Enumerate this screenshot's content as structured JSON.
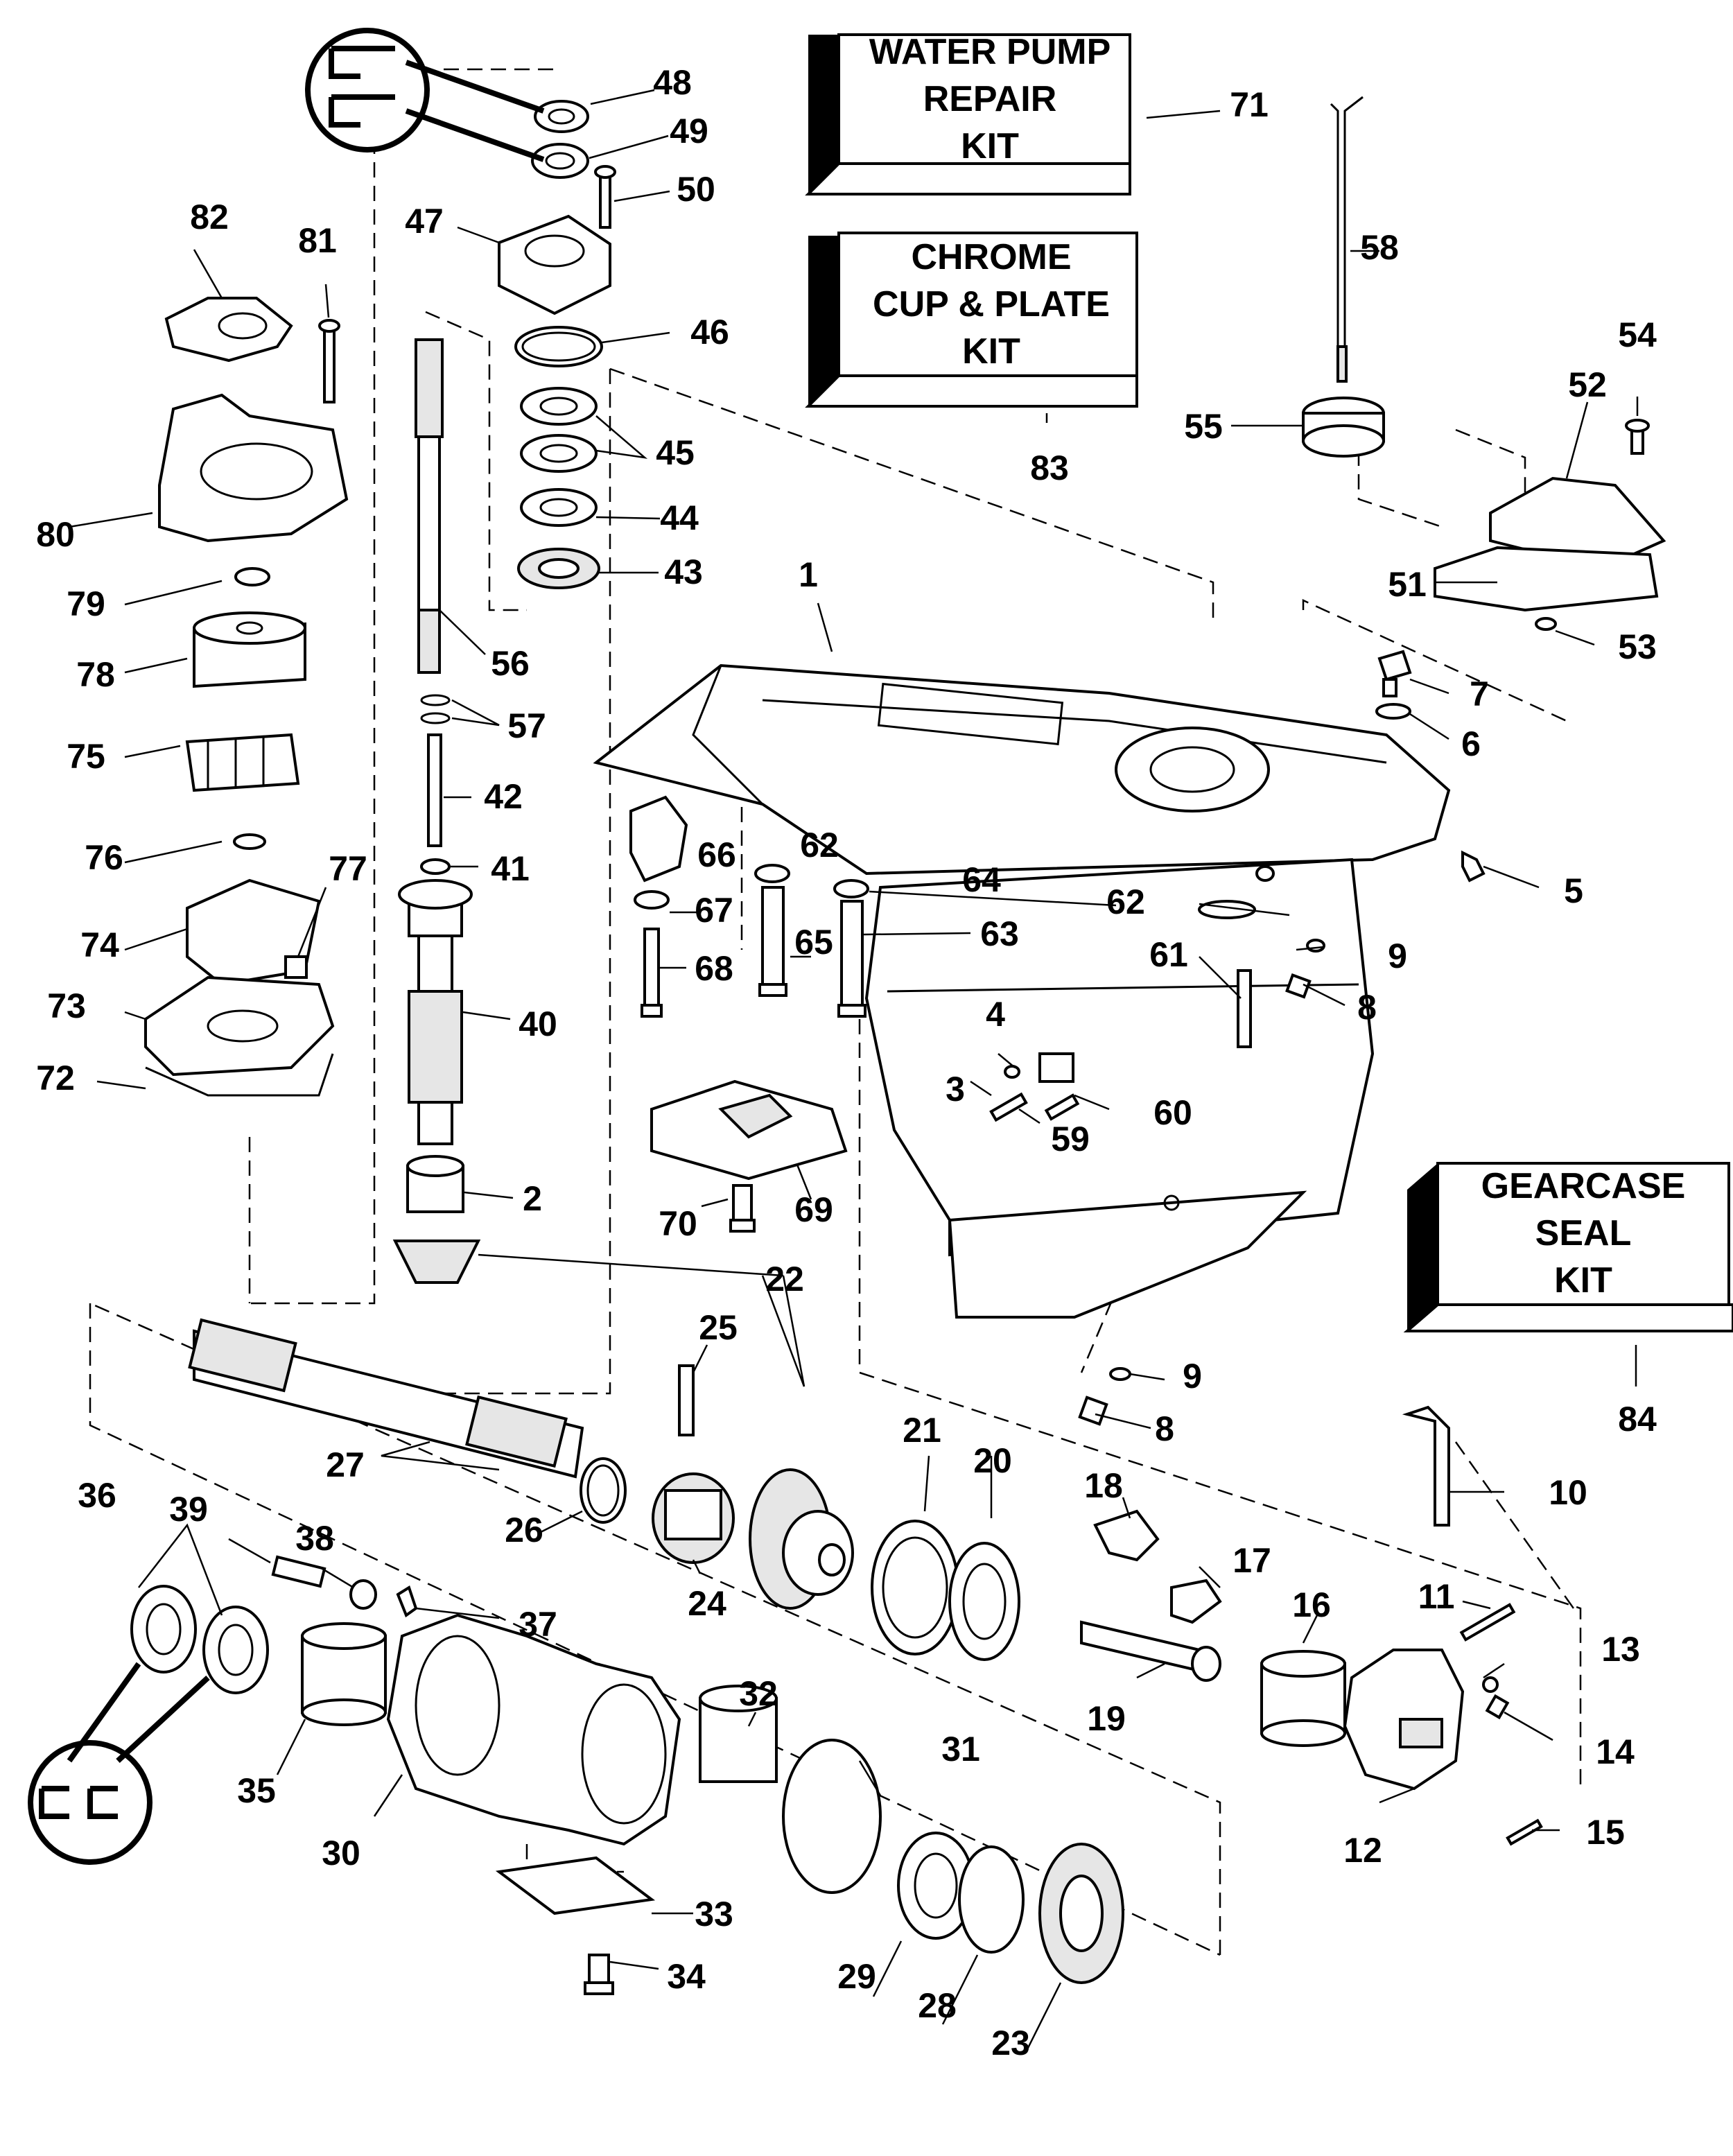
{
  "kits": {
    "water_pump": [
      "WATER PUMP",
      "REPAIR",
      "KIT"
    ],
    "chrome_cup": [
      "CHROME",
      "CUP & PLATE",
      "KIT"
    ],
    "gearcase_seal": [
      "GEARCASE",
      "SEAL",
      "KIT"
    ]
  },
  "callouts": {
    "c1": "1",
    "c2": "2",
    "c3": "3",
    "c4": "4",
    "c5": "5",
    "c6": "6",
    "c7": "7",
    "c8a": "8",
    "c8b": "8",
    "c9a": "9",
    "c9b": "9",
    "c10": "10",
    "c11": "11",
    "c12": "12",
    "c13": "13",
    "c14": "14",
    "c15": "15",
    "c16": "16",
    "c17": "17",
    "c18": "18",
    "c19": "19",
    "c20": "20",
    "c21": "21",
    "c22": "22",
    "c23": "23",
    "c24": "24",
    "c25": "25",
    "c26": "26",
    "c27": "27",
    "c28": "28",
    "c29": "29",
    "c30": "30",
    "c31": "31",
    "c32": "32",
    "c33": "33",
    "c34": "34",
    "c35": "35",
    "c36": "36",
    "c37": "37",
    "c38": "38",
    "c39": "39",
    "c40": "40",
    "c41": "41",
    "c42": "42",
    "c43": "43",
    "c44": "44",
    "c45": "45",
    "c46": "46",
    "c47": "47",
    "c48": "48",
    "c49": "49",
    "c50": "50",
    "c51": "51",
    "c52": "52",
    "c53": "53",
    "c54": "54",
    "c55": "55",
    "c56": "56",
    "c57": "57",
    "c58": "58",
    "c59": "59",
    "c60": "60",
    "c61": "61",
    "c62a": "62",
    "c62b": "62",
    "c63": "63",
    "c64": "64",
    "c65": "65",
    "c66": "66",
    "c67": "67",
    "c68": "68",
    "c69": "69",
    "c70": "70",
    "c71": "71",
    "c72": "72",
    "c73": "73",
    "c74": "74",
    "c75": "75",
    "c76": "76",
    "c77": "77",
    "c78": "78",
    "c79": "79",
    "c80": "80",
    "c81": "81",
    "c82": "82",
    "c83": "83",
    "c84": "84"
  }
}
